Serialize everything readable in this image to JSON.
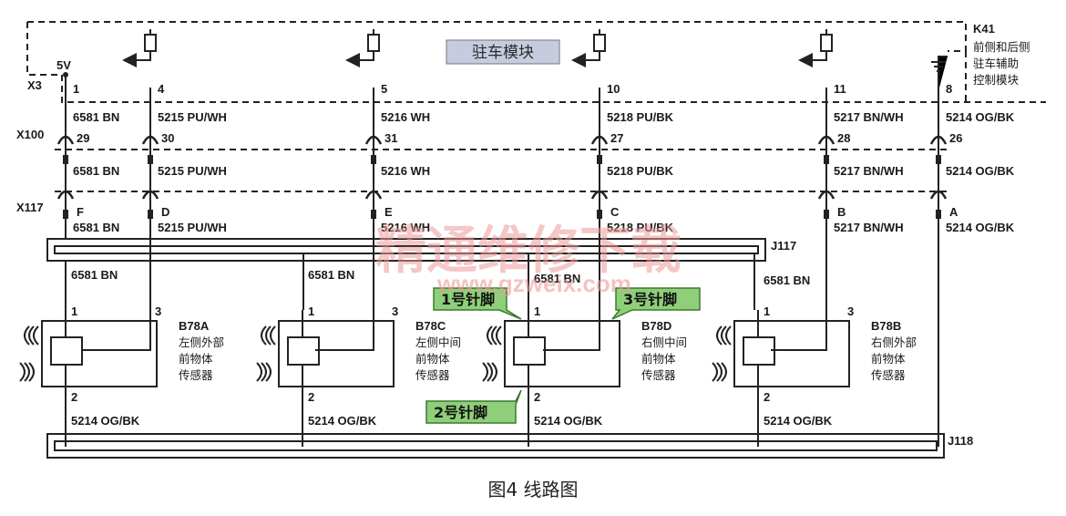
{
  "module": {
    "title": "驻车模块",
    "k41_code": "K41",
    "k41_name": [
      "前侧和后侧",
      "驻车辅助",
      "控制模块"
    ]
  },
  "connectors": {
    "x3": "X3",
    "x100": "X100",
    "x117": "X117"
  },
  "supply_label": "5V",
  "columns": [
    {
      "x3_pin": "1",
      "x3_wire": "6581 BN",
      "x100_pin": "29",
      "x100_wire": "6581 BN",
      "x117_pin": "F",
      "x117_wire": "6581 BN"
    },
    {
      "x3_pin": "4",
      "x3_wire": "5215 PU/WH",
      "x100_pin": "30",
      "x100_wire": "5215 PU/WH",
      "x117_pin": "D",
      "x117_wire": "5215 PU/WH"
    },
    {
      "x3_pin": "5",
      "x3_wire": "5216 WH",
      "x100_pin": "31",
      "x100_wire": "5216 WH",
      "x117_pin": "E",
      "x117_wire": "5216 WH"
    },
    {
      "x3_pin": "10",
      "x3_wire": "5218 PU/BK",
      "x100_pin": "27",
      "x100_wire": "5218 PU/BK",
      "x117_pin": "C",
      "x117_wire": "5218 PU/BK"
    },
    {
      "x3_pin": "11",
      "x3_wire": "5217 BN/WH",
      "x100_pin": "28",
      "x100_wire": "5217 BN/WH",
      "x117_pin": "B",
      "x117_wire": "5217 BN/WH"
    },
    {
      "x3_pin": "8",
      "x3_wire": "5214 OG/BK",
      "x100_pin": "26",
      "x100_wire": "5214 OG/BK",
      "x117_pin": "A",
      "x117_wire": "5214 OG/BK"
    }
  ],
  "splices": {
    "j117": "J117",
    "j118": "J118"
  },
  "splice_wires": [
    "6581 BN",
    "6581 BN",
    "6581 BN",
    "6581 BN"
  ],
  "sensors": [
    {
      "code": "B78A",
      "name": [
        "左侧外部",
        "前物体",
        "传感器"
      ],
      "pin1": "1",
      "pin3": "3",
      "pin2": "2",
      "ground_wire": "5214 OG/BK"
    },
    {
      "code": "B78C",
      "name": [
        "左侧中间",
        "前物体",
        "传感器"
      ],
      "pin1": "1",
      "pin3": "3",
      "pin2": "2",
      "ground_wire": "5214 OG/BK"
    },
    {
      "code": "B78D",
      "name": [
        "右侧中间",
        "前物体",
        "传感器"
      ],
      "pin1": "1",
      "pin3": "3",
      "pin2": "2",
      "ground_wire": "5214 OG/BK"
    },
    {
      "code": "B78B",
      "name": [
        "右侧外部",
        "前物体",
        "传感器"
      ],
      "pin1": "1",
      "pin3": "3",
      "pin2": "2",
      "ground_wire": "5214 OG/BK"
    }
  ],
  "callouts": {
    "pin1": "1号针脚",
    "pin3": "3号针脚",
    "pin2": "2号针脚"
  },
  "watermark": {
    "cn": "精通维修下载",
    "url": "www.gzweix.com"
  },
  "caption": "图4  线路图"
}
